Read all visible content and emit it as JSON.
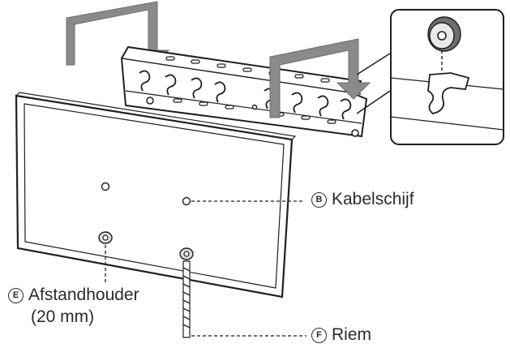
{
  "callouts": {
    "b": {
      "letter": "B",
      "text": "Kabelschijf"
    },
    "e": {
      "letter": "E",
      "text": "Afstandhouder",
      "subtext": "(20 mm)"
    },
    "f": {
      "letter": "F",
      "text": "Riem"
    }
  }
}
